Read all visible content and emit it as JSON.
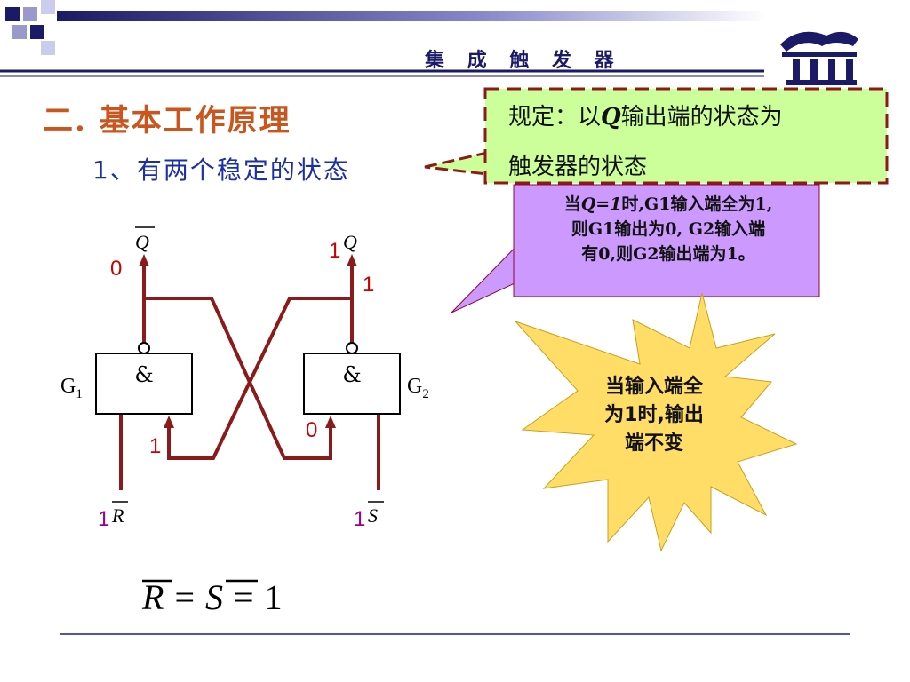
{
  "header": {
    "title": "集 成 触 发 器"
  },
  "section": {
    "heading": "二. 基本工作原理",
    "subheading": "1、有两个稳定的状态"
  },
  "callout_definition": {
    "prefix": "规定：以",
    "italic_q": "Q",
    "suffix": "输出端的状态为",
    "line2": "触发器的状态"
  },
  "callout_purple": {
    "line1_pre": "当",
    "line1_q": "Q=1",
    "line1_post": "时,G1输入端全为1,",
    "line2": "则G1输出为0,  G2输入端",
    "line3": "有0,则G2输出端为1。"
  },
  "callout_star": {
    "line1": "当输入端全",
    "line2": "为1时,输出",
    "line3": "端不变"
  },
  "circuit": {
    "gate_symbol": "&",
    "gate1": {
      "name": "G",
      "sub": "1"
    },
    "gate2": {
      "name": "G",
      "sub": "2"
    },
    "output_left_label": "Q",
    "output_right_label": "Q",
    "input_left_label": "R",
    "input_right_label": "S",
    "values": {
      "q_bar": "0",
      "q": "1",
      "q_line": "1",
      "g1_feedback_in": "1",
      "g2_feedback_in": "0",
      "r_bar": "1",
      "s_bar": "1"
    }
  },
  "formula": {
    "r": "R",
    "eq1": "=",
    "s": "S",
    "eq2": "=",
    "one": "1"
  },
  "colors": {
    "wire": "#8b1a1a",
    "value_red": "#cc0000",
    "value_magenta": "#990099",
    "title_blue": "#1a1a66",
    "heading_orange": "#c8561e",
    "sub_blue": "#1b2fa8",
    "callout_green": "#ccff99",
    "callout_green_border": "#8b1a1a",
    "callout_purple": "#cc99ff",
    "star_fill": "#ffdd66"
  }
}
